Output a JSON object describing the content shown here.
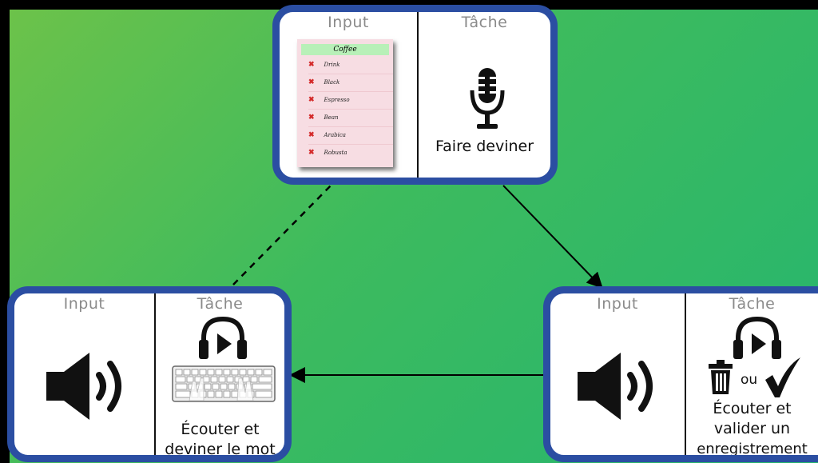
{
  "colors": {
    "frame": "#2b4ea2",
    "background_start": "#6cc24a",
    "background_end": "#25b56f",
    "header_text": "#8a8a8a"
  },
  "cards": {
    "top": {
      "input_header": "Input",
      "task_header": "Tâche",
      "task_caption": "Faire deviner",
      "task_icon": "microphone-icon",
      "input_content": {
        "list_title": "Coffee",
        "items": [
          "Drink",
          "Black",
          "Espresso",
          "Bean",
          "Arabica",
          "Robusta"
        ],
        "item_marker": "x-icon"
      }
    },
    "left": {
      "input_header": "Input",
      "task_header": "Tâche",
      "input_icon": "speaker-icon",
      "task_icons": [
        "headphones-icon",
        "keyboard-icon"
      ],
      "task_caption_line1": "Écouter et",
      "task_caption_line2": "deviner le mot"
    },
    "right": {
      "input_header": "Input",
      "task_header": "Tâche",
      "input_icon": "speaker-icon",
      "task_icons": [
        "headphones-icon",
        "trash-icon",
        "checkmark-icon"
      ],
      "or_text": "ou",
      "task_caption_line1": "Écouter et",
      "task_caption_line2": "valider un",
      "task_caption_line3": "enregistrement"
    }
  },
  "connectors": [
    {
      "from": "top",
      "to": "right",
      "style": "solid-arrow"
    },
    {
      "from": "right",
      "to": "left",
      "style": "solid-arrow"
    },
    {
      "from": "left",
      "to": "top",
      "style": "dashed"
    }
  ]
}
